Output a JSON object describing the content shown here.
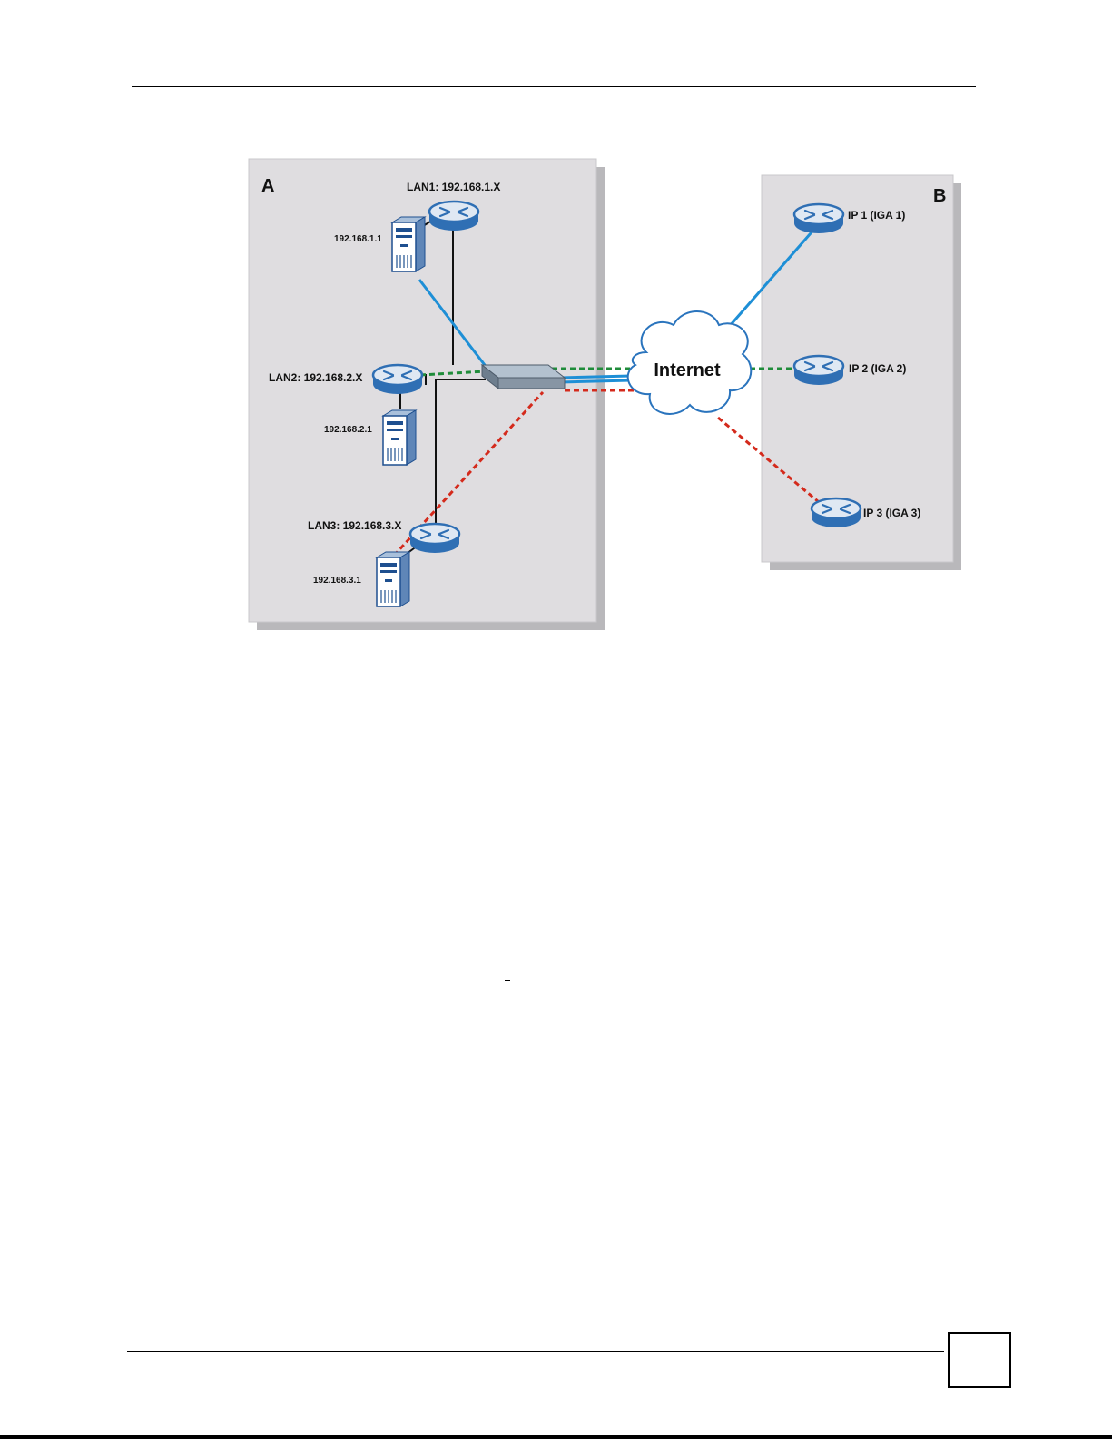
{
  "diagram": {
    "zone_a": {
      "letter": "A"
    },
    "zone_b": {
      "letter": "B"
    },
    "internet_label": "Internet",
    "lan1": {
      "label": "LAN1: 192.168.1.X",
      "host": "192.168.1.1"
    },
    "lan2": {
      "label": "LAN2: 192.168.2.X",
      "host": "192.168.2.1"
    },
    "lan3": {
      "label": "LAN3: 192.168.3.X",
      "host": "192.168.3.1"
    },
    "remote": [
      {
        "label": "IP 1 (IGA 1)"
      },
      {
        "label": "IP 2 (IGA 2)"
      },
      {
        "label": "IP 3 (IGA 3)"
      }
    ],
    "colors": {
      "zone_bg": "#dfdde0",
      "zone_shadow": "#b9b8bb",
      "link_blue": "#1e8fd6",
      "link_green": "#1f8c3a",
      "link_red": "#d42a1c",
      "router_blue": "#2f6fb4",
      "device_gray": "#8795a4"
    }
  }
}
